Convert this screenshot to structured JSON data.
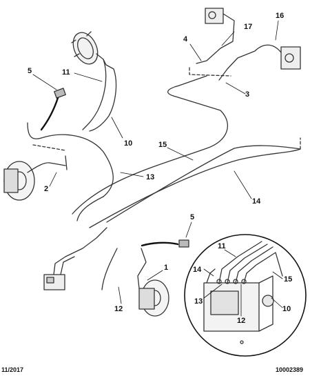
{
  "callouts": [
    {
      "id": "c1",
      "text": "1"
    },
    {
      "id": "c2",
      "text": "2"
    },
    {
      "id": "c3",
      "text": "3"
    },
    {
      "id": "c4",
      "text": "4"
    },
    {
      "id": "c5a",
      "text": "5"
    },
    {
      "id": "c5b",
      "text": "5"
    },
    {
      "id": "c10a",
      "text": "10"
    },
    {
      "id": "c10b",
      "text": "10"
    },
    {
      "id": "c11a",
      "text": "11"
    },
    {
      "id": "c11b",
      "text": "11"
    },
    {
      "id": "c12a",
      "text": "12"
    },
    {
      "id": "c12b",
      "text": "12"
    },
    {
      "id": "c13a",
      "text": "13"
    },
    {
      "id": "c13b",
      "text": "13"
    },
    {
      "id": "c14a",
      "text": "14"
    },
    {
      "id": "c14b",
      "text": "14"
    },
    {
      "id": "c15a",
      "text": "15"
    },
    {
      "id": "c15b",
      "text": "15"
    },
    {
      "id": "c16",
      "text": "16"
    },
    {
      "id": "c17",
      "text": "17"
    }
  ],
  "footer": {
    "date": "11/2017",
    "reference": "10002389"
  }
}
